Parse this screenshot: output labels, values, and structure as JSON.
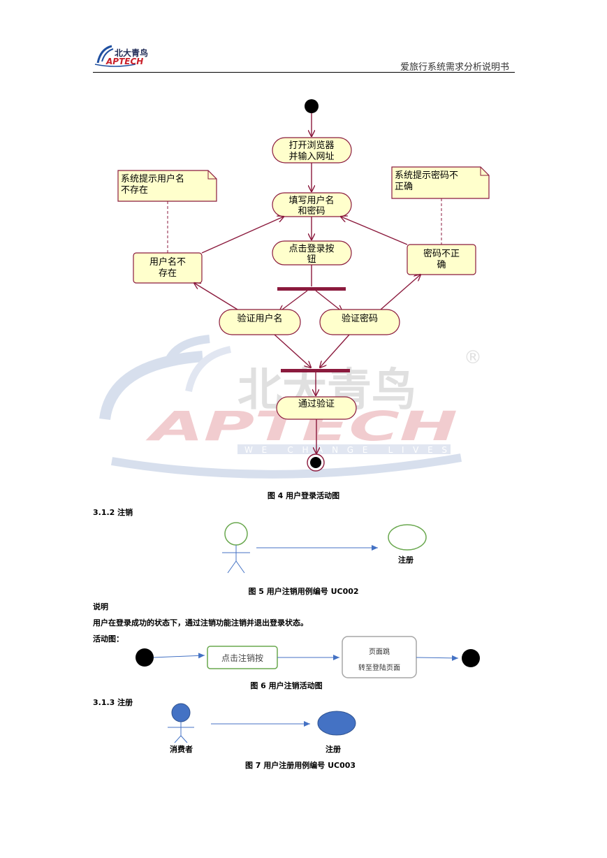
{
  "header": {
    "logo_cn": "北大青鸟",
    "logo_en": "APTECH",
    "doc_title": "爱旅行系统需求分析说明书"
  },
  "watermark": {
    "cn": "北大青鸟",
    "en": "APTECH",
    "slogan": "WE CHANGE LIVES",
    "reg": "®"
  },
  "fig4": {
    "nodes": {
      "open_browser_1": "打开浏览器",
      "open_browser_2": "并输入网址",
      "fill_1": "填写用户名",
      "fill_2": "和密码",
      "click_1": "点击登录按",
      "click_2": "钮",
      "user_missing_1": "用户名不",
      "user_missing_2": "存在",
      "pwd_wrong_1": "密码不正",
      "pwd_wrong_2": "确",
      "verify_user": "验证用户名",
      "verify_pwd": "验证密码",
      "pass": "通过验证"
    },
    "notes": {
      "user_note_1": "系统提示用户名",
      "user_note_2": "不存在",
      "pwd_note_1": "系统提示密码不",
      "pwd_note_2": "正确"
    },
    "caption": "图  4  用户登录活动图"
  },
  "sec_312": {
    "heading": "3.1.2  注销"
  },
  "fig5": {
    "usecase": "注册",
    "caption": "图  5  用户注销用例编号  UC002"
  },
  "desc": {
    "label": "说明",
    "text": "用户在登录成功的状态下，通过注销功能注销并退出登录状态。",
    "activity_label": "活动图："
  },
  "fig6": {
    "action1": "点击注销按",
    "action2_1": "页面跳",
    "action2_2": "转至登陆页面",
    "caption": "图  6  用户注销活动图"
  },
  "sec_313": {
    "heading": "3.1.3  注册"
  },
  "fig7": {
    "actor": "消费者",
    "usecase": "注册",
    "caption": "图  7  用户注册用例编号  UC003"
  }
}
